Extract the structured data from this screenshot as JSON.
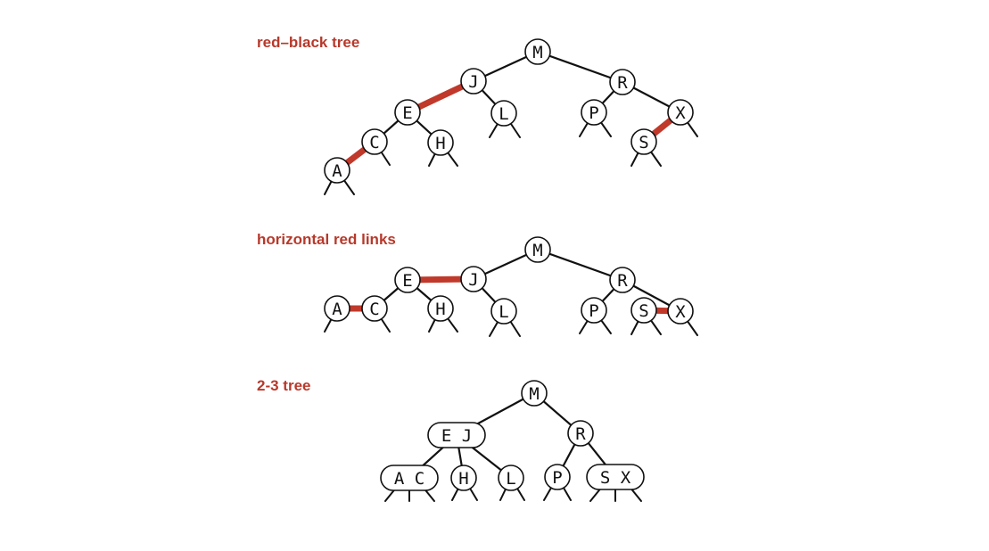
{
  "colors": {
    "red_link": "#c0392b",
    "title": "#b7392b",
    "black_link": "#111111",
    "node_fill": "#ffffff"
  },
  "sections": [
    {
      "id": "red-black",
      "title": "red–black tree"
    },
    {
      "id": "horizontal",
      "title": "horizontal red links"
    },
    {
      "id": "two-three",
      "title": "2-3 tree"
    }
  ],
  "trees": [
    {
      "nodes": [
        {
          "id": "M",
          "label": "M"
        },
        {
          "id": "J",
          "label": "J"
        },
        {
          "id": "R",
          "label": "R"
        },
        {
          "id": "E",
          "label": "E"
        },
        {
          "id": "L",
          "label": "L"
        },
        {
          "id": "P",
          "label": "P"
        },
        {
          "id": "X",
          "label": "X"
        },
        {
          "id": "C",
          "label": "C"
        },
        {
          "id": "H",
          "label": "H"
        },
        {
          "id": "S",
          "label": "S"
        },
        {
          "id": "A",
          "label": "A"
        }
      ],
      "links": [
        {
          "from": "M",
          "to": "J",
          "color": "black"
        },
        {
          "from": "M",
          "to": "R",
          "color": "black"
        },
        {
          "from": "J",
          "to": "E",
          "color": "red"
        },
        {
          "from": "J",
          "to": "L",
          "color": "black"
        },
        {
          "from": "E",
          "to": "C",
          "color": "black"
        },
        {
          "from": "E",
          "to": "H",
          "color": "black"
        },
        {
          "from": "C",
          "to": "A",
          "color": "red"
        },
        {
          "from": "R",
          "to": "P",
          "color": "black"
        },
        {
          "from": "R",
          "to": "X",
          "color": "black"
        },
        {
          "from": "X",
          "to": "S",
          "color": "red"
        }
      ]
    },
    {
      "nodes": [
        {
          "id": "M",
          "label": "M"
        },
        {
          "id": "E",
          "label": "E"
        },
        {
          "id": "J",
          "label": "J"
        },
        {
          "id": "R",
          "label": "R"
        },
        {
          "id": "A",
          "label": "A"
        },
        {
          "id": "C",
          "label": "C"
        },
        {
          "id": "H",
          "label": "H"
        },
        {
          "id": "L",
          "label": "L"
        },
        {
          "id": "P",
          "label": "P"
        },
        {
          "id": "S",
          "label": "S"
        },
        {
          "id": "X",
          "label": "X"
        }
      ],
      "links": [
        {
          "from": "M",
          "to": "J",
          "color": "black"
        },
        {
          "from": "M",
          "to": "R",
          "color": "black"
        },
        {
          "from": "E",
          "to": "J",
          "color": "red"
        },
        {
          "from": "J",
          "to": "L",
          "color": "black"
        },
        {
          "from": "E",
          "to": "C",
          "color": "black"
        },
        {
          "from": "E",
          "to": "H",
          "color": "black"
        },
        {
          "from": "A",
          "to": "C",
          "color": "red"
        },
        {
          "from": "R",
          "to": "P",
          "color": "black"
        },
        {
          "from": "R",
          "to": "X",
          "color": "black"
        },
        {
          "from": "S",
          "to": "X",
          "color": "red"
        }
      ]
    },
    {
      "nodes": [
        {
          "id": "M",
          "label": "M"
        },
        {
          "id": "EJ",
          "label": "E J"
        },
        {
          "id": "R",
          "label": "R"
        },
        {
          "id": "AC",
          "label": "A C"
        },
        {
          "id": "H",
          "label": "H"
        },
        {
          "id": "L",
          "label": "L"
        },
        {
          "id": "P",
          "label": "P"
        },
        {
          "id": "SX",
          "label": "S X"
        }
      ],
      "links": [
        {
          "from": "M",
          "to": "EJ",
          "color": "black"
        },
        {
          "from": "M",
          "to": "R",
          "color": "black"
        },
        {
          "from": "EJ",
          "to": "AC",
          "color": "black"
        },
        {
          "from": "EJ",
          "to": "H",
          "color": "black"
        },
        {
          "from": "EJ",
          "to": "L",
          "color": "black"
        },
        {
          "from": "R",
          "to": "P",
          "color": "black"
        },
        {
          "from": "R",
          "to": "SX",
          "color": "black"
        }
      ]
    }
  ]
}
